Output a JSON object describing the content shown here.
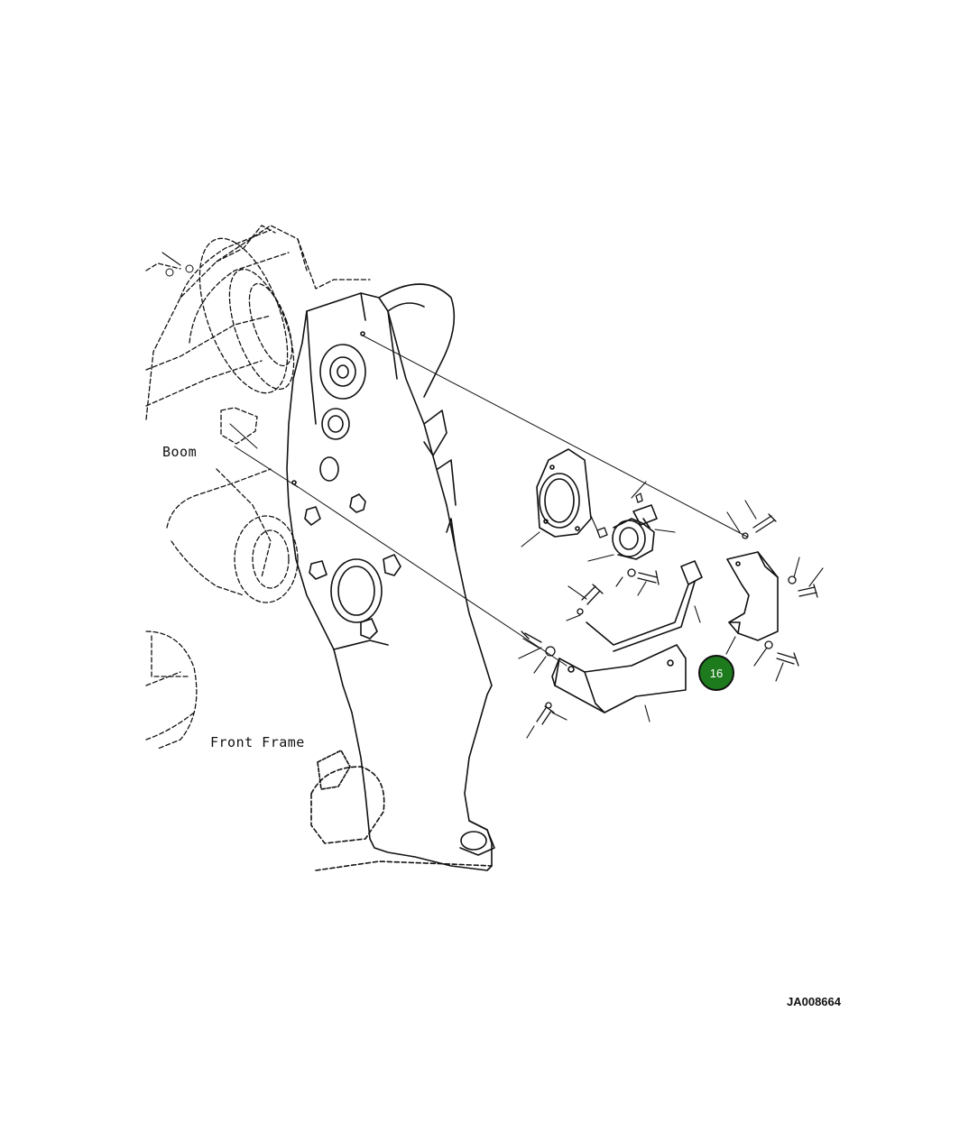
{
  "labels": {
    "boom": "Boom",
    "front_frame": "Front Frame"
  },
  "drawing_code": "JA008664",
  "callouts": [
    {
      "number": "16",
      "color": "#1d7a1d"
    }
  ],
  "colors": {
    "line": "#111111",
    "background": "#ffffff"
  }
}
